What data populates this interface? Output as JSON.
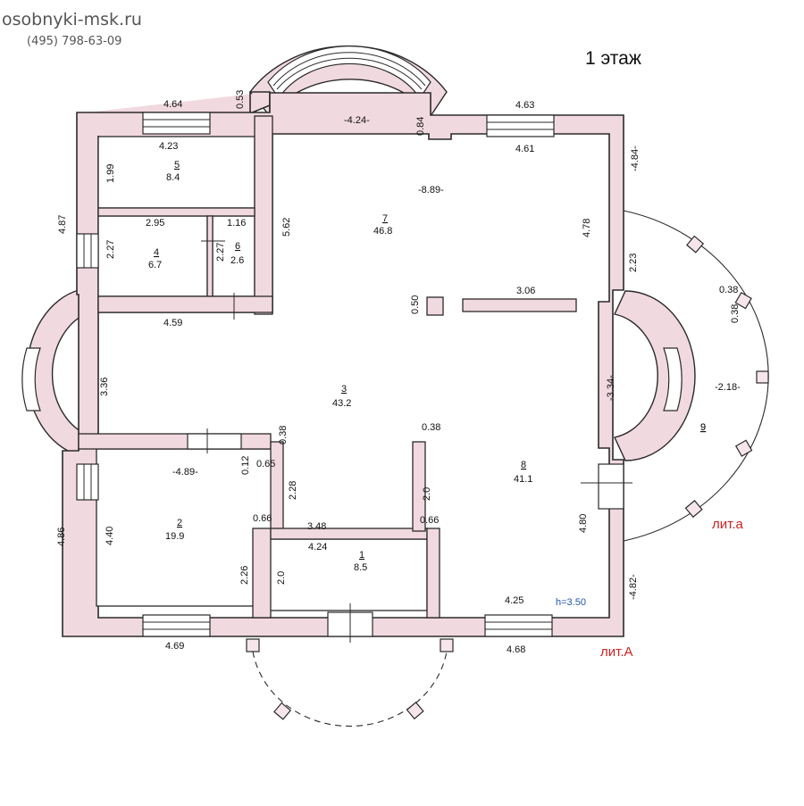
{
  "header": {
    "site": "osobnyki-msk.ru",
    "phone": "(495)  798-63-09",
    "floor_title": "1 этаж"
  },
  "labels": {
    "lit_main": "лит.А",
    "lit_annex": "лит.а",
    "height": "h=3.50"
  },
  "rooms": [
    {
      "num": "1",
      "area": "8.5"
    },
    {
      "num": "2",
      "area": "19.9"
    },
    {
      "num": "3",
      "area": "43.2"
    },
    {
      "num": "4",
      "area": "6.7"
    },
    {
      "num": "5",
      "area": "8.4"
    },
    {
      "num": "6",
      "area": "2.6"
    },
    {
      "num": "7",
      "area": "46.8"
    },
    {
      "num": "8",
      "area": "41.1"
    },
    {
      "num": "9",
      "area": ""
    }
  ],
  "dims": {
    "d464": "4.64",
    "d053": "0.53",
    "d424top": "-4.24-",
    "d084": "0.84",
    "d463": "4.63",
    "d423": "4.23",
    "d461": "4.61",
    "d484": "-4.84-",
    "d199": "1.99",
    "d889": "-8.89-",
    "d487": "4.87",
    "d295": "2.95",
    "d116": "1.16",
    "d562": "5.62",
    "d478": "4.78",
    "d227a": "2.27",
    "d227b": "2.27",
    "d223": "2.23",
    "d038a": "0.38",
    "d038b": "0.38",
    "d050": "0.50",
    "d306": "3.06",
    "d459": "4.59",
    "d336": "3.36",
    "d334": "-3.34-",
    "d218": "-2.18-",
    "d038c": "0.38",
    "d038d": "0.38",
    "d489": "-4.89-",
    "d012": "0.12",
    "d065": "0.65",
    "d228": "2.28",
    "d20a": "2.0",
    "d066a": "0.66",
    "d066b": "0.66",
    "d348": "3.48",
    "d424b": "4.24",
    "d486": "4.86",
    "d440": "4.40",
    "d226": "2.26",
    "d20b": "2.0",
    "d480": "4.80",
    "d482": "-4.82-",
    "d425": "4.25",
    "d469": "4.69",
    "d468": "4.68"
  }
}
